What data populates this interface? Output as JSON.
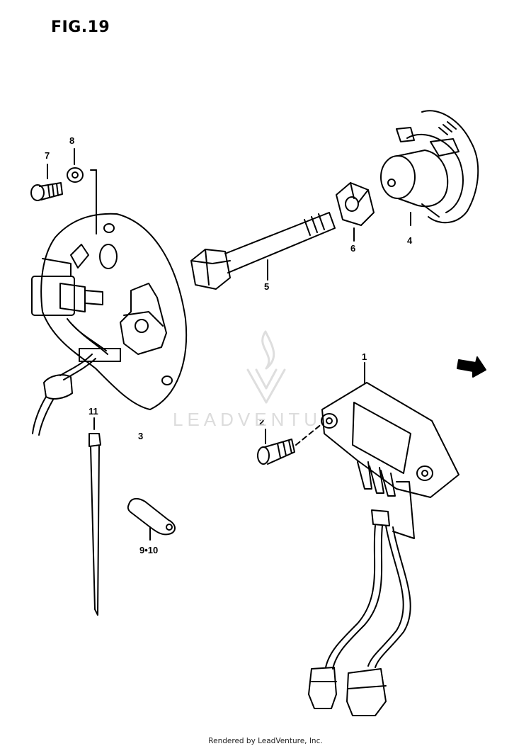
{
  "figure": {
    "title": "FIG.19"
  },
  "parts": [
    {
      "ref": "1"
    },
    {
      "ref": "2"
    },
    {
      "ref": "3"
    },
    {
      "ref": "4"
    },
    {
      "ref": "5"
    },
    {
      "ref": "6"
    },
    {
      "ref": "7"
    },
    {
      "ref": "8"
    },
    {
      "ref": "9•10"
    },
    {
      "ref": "11"
    }
  ],
  "watermark": {
    "text": "LEADVENTU"
  },
  "footer": {
    "text": "Rendered by LeadVenture, Inc."
  },
  "colors": {
    "line": "#000000",
    "background": "#ffffff",
    "watermark": "#dcdcdc"
  }
}
